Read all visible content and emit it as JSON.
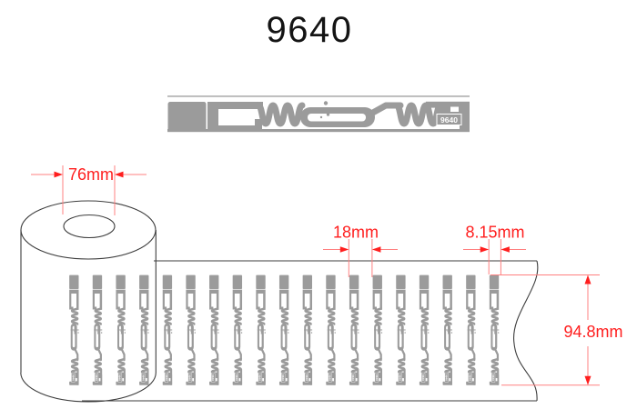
{
  "title": "9640",
  "inlay": {
    "part_number": "9640"
  },
  "dimensions": {
    "core_diameter": "76mm",
    "label_pitch": "18mm",
    "label_width": "8.15mm",
    "label_height": "94.8mm"
  },
  "strip": {
    "tag_count": 19
  },
  "colors": {
    "gray": "#9b9b9b",
    "outline": "#3d3d3d",
    "red": "#ff1e1e",
    "redline": "#ff8080",
    "bg": "#ffffff"
  }
}
